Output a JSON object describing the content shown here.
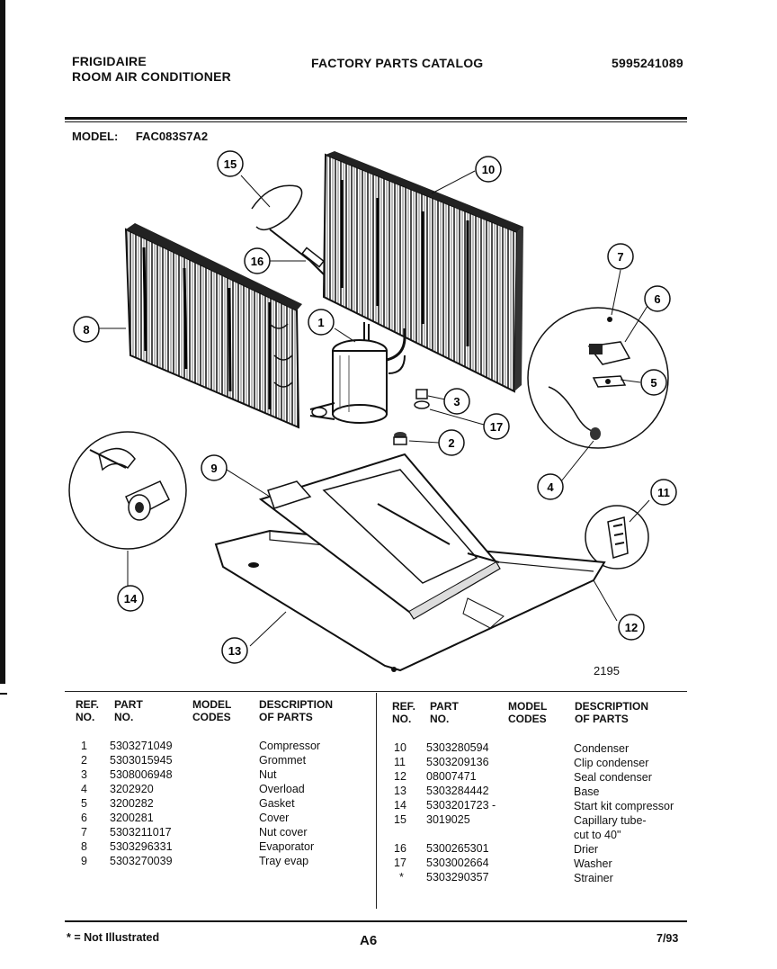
{
  "header": {
    "brand_line1": "FRIGIDAIRE",
    "brand_line2": "ROOM AIR CONDITIONER",
    "catalog_title": "FACTORY PARTS CATALOG",
    "doc_number": "5995241089"
  },
  "model": {
    "label": "MODEL:",
    "value": "FAC083S7A2"
  },
  "diagram": {
    "callouts": [
      "1",
      "2",
      "3",
      "4",
      "5",
      "6",
      "7",
      "8",
      "9",
      "10",
      "11",
      "12",
      "13",
      "14",
      "15",
      "16",
      "17"
    ],
    "figure_number": "2195"
  },
  "table": {
    "headers": {
      "ref_line1": "REF.",
      "ref_line2": "NO.",
      "part_line1": "PART",
      "part_line2": "NO.",
      "model_line1": "MODEL",
      "model_line2": "CODES",
      "desc_line1": "DESCRIPTION",
      "desc_line2": "OF PARTS"
    },
    "left_rows": [
      {
        "ref": "1",
        "part": "5303271049",
        "desc": "Compressor"
      },
      {
        "ref": "2",
        "part": "5303015945",
        "desc": "Grommet"
      },
      {
        "ref": "3",
        "part": "5308006948",
        "desc": "Nut"
      },
      {
        "ref": "4",
        "part": "3202920",
        "desc": "Overload"
      },
      {
        "ref": "5",
        "part": "3200282",
        "desc": "Gasket"
      },
      {
        "ref": "6",
        "part": "3200281",
        "desc": "Cover"
      },
      {
        "ref": "7",
        "part": "5303211017",
        "desc": "Nut cover"
      },
      {
        "ref": "8",
        "part": "5303296331",
        "desc": "Evaporator"
      },
      {
        "ref": "9",
        "part": "5303270039",
        "desc": "Tray evap"
      }
    ],
    "right_rows": [
      {
        "ref": "10",
        "part": "5303280594",
        "desc": "Condenser"
      },
      {
        "ref": "11",
        "part": "5303209136",
        "desc": "Clip condenser"
      },
      {
        "ref": "12",
        "part": "08007471",
        "desc": "Seal condenser"
      },
      {
        "ref": "13",
        "part": "5303284442",
        "desc": "Base"
      },
      {
        "ref": "14",
        "part": "5303201723 -",
        "desc": "Start kit compressor"
      },
      {
        "ref": "15",
        "part": "3019025",
        "desc": "Capillary tube-"
      },
      {
        "ref": "",
        "part": "",
        "desc": "cut to 40\""
      },
      {
        "ref": "16",
        "part": "5300265301",
        "desc": "Drier"
      },
      {
        "ref": "17",
        "part": "5303002664",
        "desc": "Washer"
      },
      {
        "ref": "*",
        "part": "5303290357",
        "desc": "Strainer"
      }
    ]
  },
  "footer": {
    "note": "* = Not Illustrated",
    "page": "A6",
    "date": "7/93"
  }
}
